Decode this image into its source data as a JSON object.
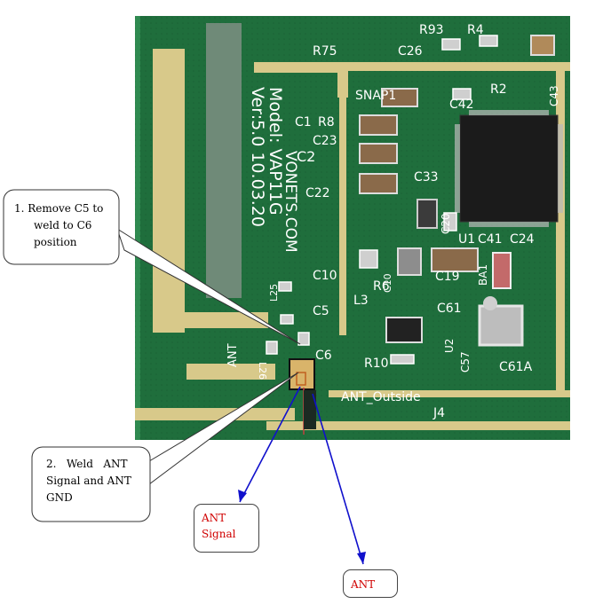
{
  "callouts": {
    "step1": {
      "line1": "1. Remove C5 to",
      "line2": "weld  to  C6",
      "line3": "position"
    },
    "step2": {
      "line1": "2.   Weld   ANT",
      "line2": "Signal and ANT",
      "line3": "GND"
    }
  },
  "labels": {
    "ant_signal": {
      "line1": "ANT",
      "line2": "Signal"
    },
    "ant_gnd": "ANT"
  },
  "board": {
    "model_text": "Model: VAP11G",
    "vendor_text": "VONETS.COM",
    "version_text": "Ver:5.0 10.03.20",
    "silkscreen": {
      "c1": "C1",
      "r8": "R8",
      "c23": "C23",
      "c2": "C2",
      "c22": "C22",
      "c10": "C10",
      "c5": "C5",
      "c6": "C6",
      "l25": "L25",
      "l26": "L26",
      "l3": "L3",
      "r6": "R6",
      "c61": "C61",
      "r10": "R10",
      "c57": "C57",
      "u2": "U2",
      "u1": "U1",
      "c41": "C41",
      "c24": "C24",
      "c19": "C19",
      "ba1": "BA1",
      "c61a": "C61A",
      "c33": "C33",
      "c42": "C42",
      "c43": "C43",
      "r2": "R2",
      "snap1": "SNAP1",
      "r75": "R75",
      "c26": "C26",
      "r93": "R93",
      "r4": "R4",
      "ant": "ANT",
      "ant_outside": "ANT_Outside",
      "j4": "J4",
      "c20": "C20"
    }
  },
  "colors": {
    "pcb_green": "#1f6e3c",
    "pad_gold": "#d8c98a",
    "arrow_blue": "#1010cc",
    "label_red": "#d00000"
  }
}
